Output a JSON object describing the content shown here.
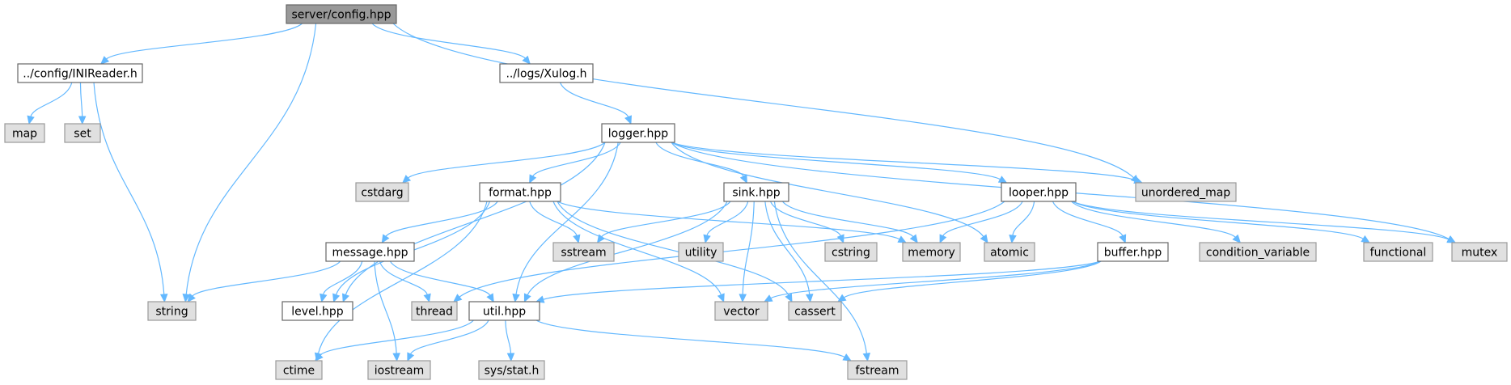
{
  "diagram": {
    "type": "include-dependency-graph",
    "edge_color": "#63b8ff",
    "node_styles": {
      "root": {
        "fill": "#999999",
        "stroke": "#666666"
      },
      "file": {
        "fill": "#ffffff",
        "stroke": "#666666"
      },
      "sys": {
        "fill": "#e0e0e0",
        "stroke": "#999999"
      }
    },
    "nodes": [
      {
        "id": "config",
        "label": "server/config.hpp",
        "kind": "root"
      },
      {
        "id": "inireader",
        "label": "../config/INIReader.h",
        "kind": "file"
      },
      {
        "id": "xulog",
        "label": "../logs/Xulog.h",
        "kind": "file"
      },
      {
        "id": "map",
        "label": "map",
        "kind": "sys"
      },
      {
        "id": "set",
        "label": "set",
        "kind": "sys"
      },
      {
        "id": "logger",
        "label": "logger.hpp",
        "kind": "file"
      },
      {
        "id": "cstdarg",
        "label": "cstdarg",
        "kind": "sys"
      },
      {
        "id": "format",
        "label": "format.hpp",
        "kind": "file"
      },
      {
        "id": "sink",
        "label": "sink.hpp",
        "kind": "file"
      },
      {
        "id": "looper",
        "label": "looper.hpp",
        "kind": "file"
      },
      {
        "id": "unordered_map",
        "label": "unordered_map",
        "kind": "sys"
      },
      {
        "id": "message",
        "label": "message.hpp",
        "kind": "file"
      },
      {
        "id": "sstream",
        "label": "sstream",
        "kind": "sys"
      },
      {
        "id": "utility",
        "label": "utility",
        "kind": "sys"
      },
      {
        "id": "cstring",
        "label": "cstring",
        "kind": "sys"
      },
      {
        "id": "memory",
        "label": "memory",
        "kind": "sys"
      },
      {
        "id": "atomic",
        "label": "atomic",
        "kind": "sys"
      },
      {
        "id": "buffer",
        "label": "buffer.hpp",
        "kind": "file"
      },
      {
        "id": "condition_variable",
        "label": "condition_variable",
        "kind": "sys"
      },
      {
        "id": "functional",
        "label": "functional",
        "kind": "sys"
      },
      {
        "id": "mutex",
        "label": "mutex",
        "kind": "sys"
      },
      {
        "id": "string",
        "label": "string",
        "kind": "sys"
      },
      {
        "id": "level",
        "label": "level.hpp",
        "kind": "file"
      },
      {
        "id": "thread",
        "label": "thread",
        "kind": "sys"
      },
      {
        "id": "util",
        "label": "util.hpp",
        "kind": "file"
      },
      {
        "id": "vector",
        "label": "vector",
        "kind": "sys"
      },
      {
        "id": "cassert",
        "label": "cassert",
        "kind": "sys"
      },
      {
        "id": "ctime",
        "label": "ctime",
        "kind": "sys"
      },
      {
        "id": "iostream",
        "label": "iostream",
        "kind": "sys"
      },
      {
        "id": "sysstat",
        "label": "sys/stat.h",
        "kind": "sys"
      },
      {
        "id": "fstream",
        "label": "fstream",
        "kind": "sys"
      }
    ],
    "edges": [
      [
        "config",
        "inireader"
      ],
      [
        "config",
        "string"
      ],
      [
        "config",
        "xulog"
      ],
      [
        "config",
        "unordered_map"
      ],
      [
        "inireader",
        "map"
      ],
      [
        "inireader",
        "set"
      ],
      [
        "inireader",
        "string"
      ],
      [
        "xulog",
        "logger"
      ],
      [
        "logger",
        "cstdarg"
      ],
      [
        "logger",
        "format"
      ],
      [
        "logger",
        "sink"
      ],
      [
        "logger",
        "looper"
      ],
      [
        "logger",
        "unordered_map"
      ],
      [
        "logger",
        "mutex"
      ],
      [
        "logger",
        "atomic"
      ],
      [
        "logger",
        "level"
      ],
      [
        "logger",
        "util"
      ],
      [
        "format",
        "message"
      ],
      [
        "format",
        "sstream"
      ],
      [
        "format",
        "memory"
      ],
      [
        "format",
        "level"
      ],
      [
        "format",
        "ctime"
      ],
      [
        "format",
        "vector"
      ],
      [
        "format",
        "cassert"
      ],
      [
        "sink",
        "sstream"
      ],
      [
        "sink",
        "utility"
      ],
      [
        "sink",
        "cstring"
      ],
      [
        "sink",
        "memory"
      ],
      [
        "sink",
        "vector"
      ],
      [
        "sink",
        "cassert"
      ],
      [
        "sink",
        "util"
      ],
      [
        "sink",
        "fstream"
      ],
      [
        "looper",
        "memory"
      ],
      [
        "looper",
        "atomic"
      ],
      [
        "looper",
        "buffer"
      ],
      [
        "looper",
        "condition_variable"
      ],
      [
        "looper",
        "functional"
      ],
      [
        "looper",
        "mutex"
      ],
      [
        "looper",
        "thread"
      ],
      [
        "buffer",
        "vector"
      ],
      [
        "buffer",
        "cassert"
      ],
      [
        "buffer",
        "util"
      ],
      [
        "message",
        "string"
      ],
      [
        "message",
        "level"
      ],
      [
        "message",
        "thread"
      ],
      [
        "message",
        "util"
      ],
      [
        "message",
        "iostream"
      ],
      [
        "util",
        "ctime"
      ],
      [
        "util",
        "iostream"
      ],
      [
        "util",
        "sysstat"
      ],
      [
        "util",
        "fstream"
      ]
    ]
  }
}
